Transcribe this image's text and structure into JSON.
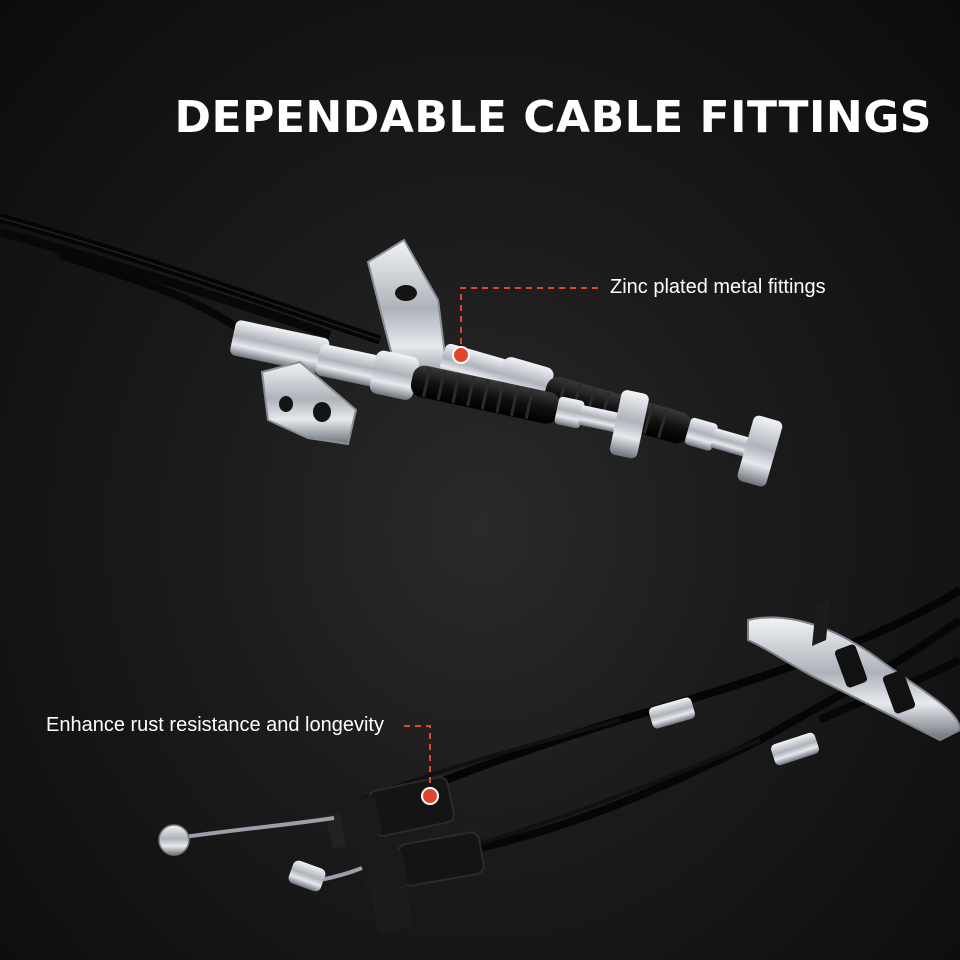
{
  "heading": "DEPENDABLE CABLE FITTINGS",
  "callouts": [
    {
      "label": "Zinc plated metal fittings"
    },
    {
      "label": "Enhance rust resistance and longevity"
    }
  ],
  "colors": {
    "background": "#111111",
    "text": "#ffffff",
    "accent": "#e0462c",
    "metal": "#c8ccd2",
    "cable": "#0a0a0a"
  }
}
